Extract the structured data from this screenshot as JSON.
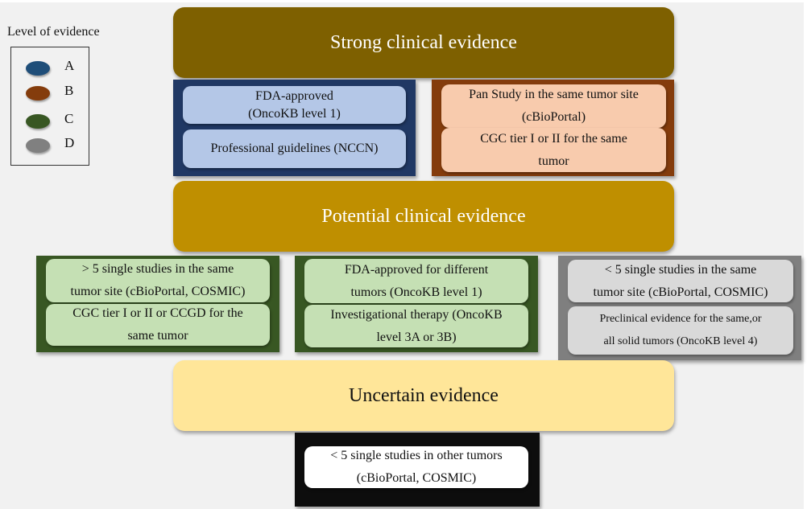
{
  "legend": {
    "title": "Level of evidence",
    "items": [
      {
        "label": "A",
        "color": "#1f4e79"
      },
      {
        "label": "B",
        "color": "#843c0c"
      },
      {
        "label": "C",
        "color": "#385723"
      },
      {
        "label": "D",
        "color": "#808080"
      }
    ]
  },
  "tiers": {
    "strong": {
      "label": "Strong clinical evidence",
      "color": "#7e6000"
    },
    "potential": {
      "label": "Potential clinical evidence",
      "color": "#bf8f00"
    },
    "uncertain": {
      "label": "Uncertain evidence",
      "color": "#ffe699"
    }
  },
  "groups": {
    "strong_a": {
      "level": "A",
      "items": [
        {
          "line1": "FDA-approved",
          "line2": "(OncoKB level 1)"
        },
        {
          "line1": "Professional guidelines (NCCN)"
        }
      ]
    },
    "strong_b": {
      "level": "B",
      "items": [
        {
          "line1": "Pan Study in the same tumor site",
          "line2": "(cBioPortal)"
        },
        {
          "line1": "CGC tier I or II for the same",
          "line2": "tumor"
        }
      ]
    },
    "potential_c1": {
      "level": "C",
      "items": [
        {
          "line1": "> 5 single studies in the same",
          "line2": "tumor site (cBioPortal, COSMIC)"
        },
        {
          "line1": "CGC tier I or II or CCGD for the",
          "line2": "same tumor"
        }
      ]
    },
    "potential_c2": {
      "level": "C",
      "items": [
        {
          "line1": "FDA-approved for different",
          "line2": "tumors (OncoKB level 1)"
        },
        {
          "line1": "Investigational therapy (OncoKB",
          "line2": "level 3A or 3B)"
        }
      ]
    },
    "potential_d": {
      "level": "D",
      "items": [
        {
          "line1": "< 5 single studies in the same",
          "line2": "tumor site (cBioPortal, COSMIC)"
        },
        {
          "line1": "Preclinical evidence for the same,or",
          "line2": "all solid tumors (OncoKB level 4)"
        }
      ]
    },
    "uncertain_d": {
      "items": [
        {
          "line1": "< 5 single studies in other tumors",
          "line2": "(cBioPortal, COSMIC)"
        }
      ]
    }
  }
}
